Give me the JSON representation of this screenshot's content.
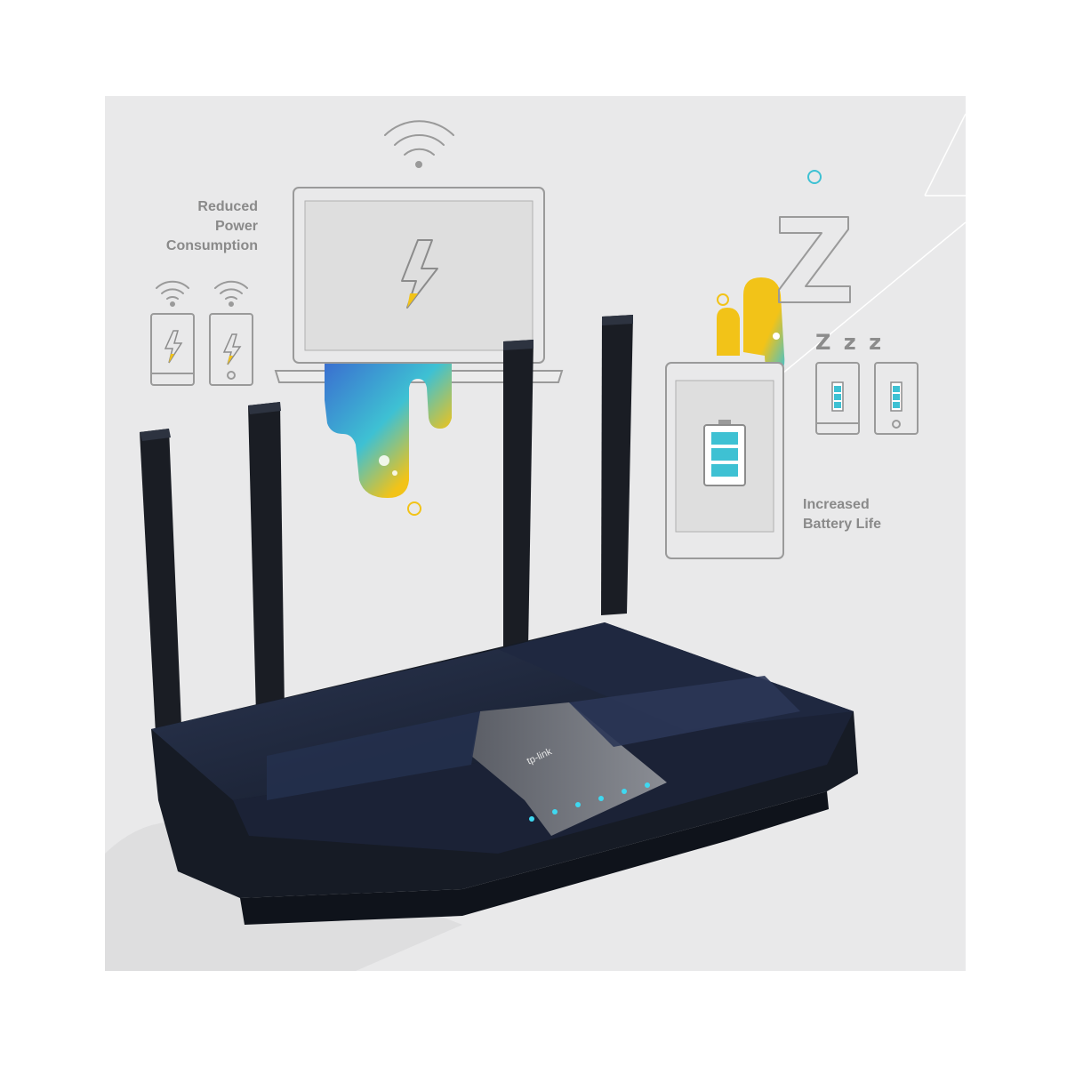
{
  "labels": {
    "reduced": [
      "Reduced",
      "Power",
      "Consumption"
    ],
    "increased": [
      "Increased",
      "Battery Life"
    ],
    "zzz": "Z z z"
  },
  "router": {
    "brand": "tp-link",
    "led_count": 6
  },
  "icons": [
    "wifi-icon",
    "laptop-icon",
    "phone-icon",
    "lightning-icon",
    "battery-icon",
    "tablet-icon",
    "router-icon"
  ],
  "colors": {
    "background_panel": "#e9e9ea",
    "line_art": "#9a9a9a",
    "accent_yellow": "#f2c318",
    "accent_cyan": "#3ec1d3",
    "accent_blue": "#3a6fd0",
    "router_body": "#1c2230",
    "led": "#3fd8f0"
  }
}
